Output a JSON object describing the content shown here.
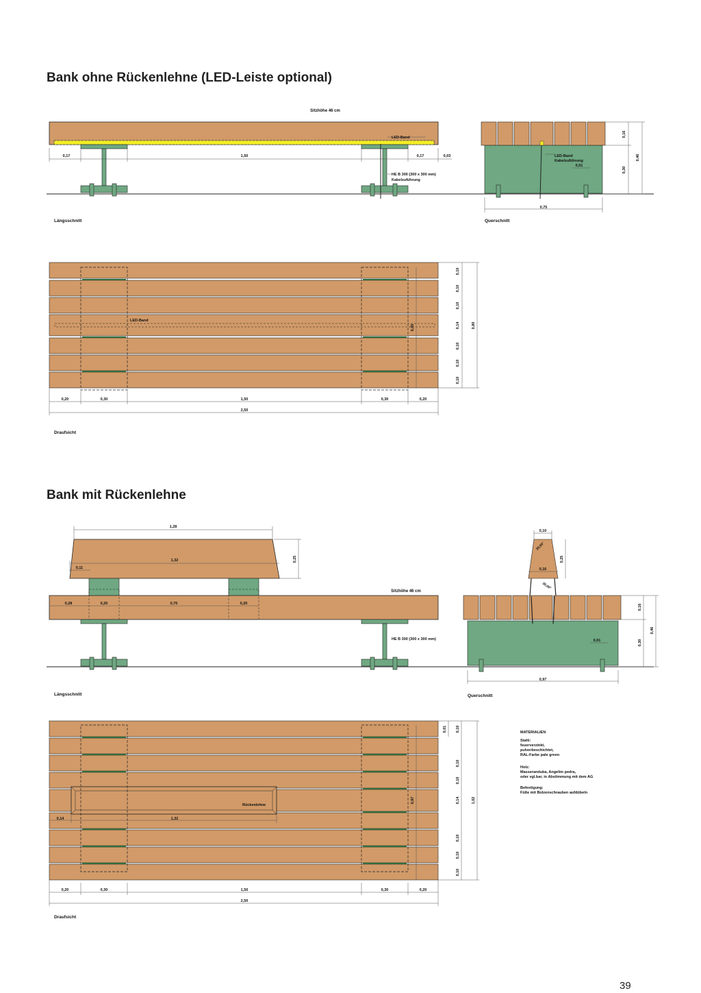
{
  "page_number": "39",
  "colors": {
    "wood": "#d19a68",
    "steel": "#6fa882",
    "led": "#f4ee26",
    "line": "#222222",
    "dim": "#555555"
  },
  "section1": {
    "title": "Bank ohne Rückenlehne (LED-Leiste optional)",
    "seat_height": "Sitzhöhe 46 cm",
    "long_label": "Längsschnitt",
    "cross_label": "Querschnitt",
    "plan_label": "Draufsicht",
    "led_band": "LED-Band",
    "cable": "Kabelzuführung",
    "beam": "HE B 300 (300 x 300 mm)",
    "dims_long": [
      "0,17",
      "1,50",
      "0,17",
      "0,03"
    ],
    "dims_cross": [
      "0,16",
      "0,30",
      "0,46",
      "0,01",
      "0,75"
    ],
    "dims_plan_right": [
      "0,10",
      "0,10",
      "0,10",
      "0,14",
      "0,10",
      "0,10",
      "0,10"
    ],
    "dims_plan_total": "0,80",
    "dims_plan_inner": "0,05",
    "dims_plan_bottom": [
      "0,20",
      "0,30",
      "1,50",
      "0,30",
      "0,20"
    ],
    "dims_plan_length": "2,50"
  },
  "section2": {
    "title": "Bank mit Rückenlehne",
    "seat_height": "Sitzhöhe 46 cm",
    "long_label": "Längsschnitt",
    "cross_label": "Querschnitt",
    "plan_label": "Draufsicht",
    "beam": "HE B 300 (300 x 300 mm)",
    "backrest": "Rückenlehne",
    "dims_back": [
      "1,28",
      "1,32",
      "0,11",
      "0,25"
    ],
    "dims_long": [
      "0,28",
      "0,20",
      "0,70",
      "0,20"
    ],
    "dims_cross": [
      "0,10",
      "0,16",
      "0,25",
      "30,00°",
      "30,00°",
      "0,16",
      "0,30",
      "0,46",
      "0,01",
      "0,97"
    ],
    "dims_plan_right": [
      "0,01",
      "0,10",
      "0,10",
      "0,10",
      "0,14",
      "0,10",
      "0,10",
      "0,10"
    ],
    "dims_plan_total": "1,02",
    "dims_plan_inner": "0,97",
    "dims_backrest_plan": [
      "0,14",
      "1,32"
    ],
    "dims_plan_bottom": [
      "0,20",
      "0,30",
      "1,50",
      "0,30",
      "0,20"
    ],
    "dims_plan_length": "2,50",
    "materials": {
      "heading": "MATERIALIEN",
      "lines": [
        "Stahl:",
        "feuerverzinkt,",
        "pulverbeschichtet,",
        "RAL-Farbe pale green",
        "",
        "Holz:",
        "Masseranduba, Angelim pedra,",
        "oder vgl.bar, in Abstimmung mit dem AG",
        "",
        "Befestigung:",
        "Füße mit Bolzenschrauben aufdübeln"
      ]
    }
  }
}
